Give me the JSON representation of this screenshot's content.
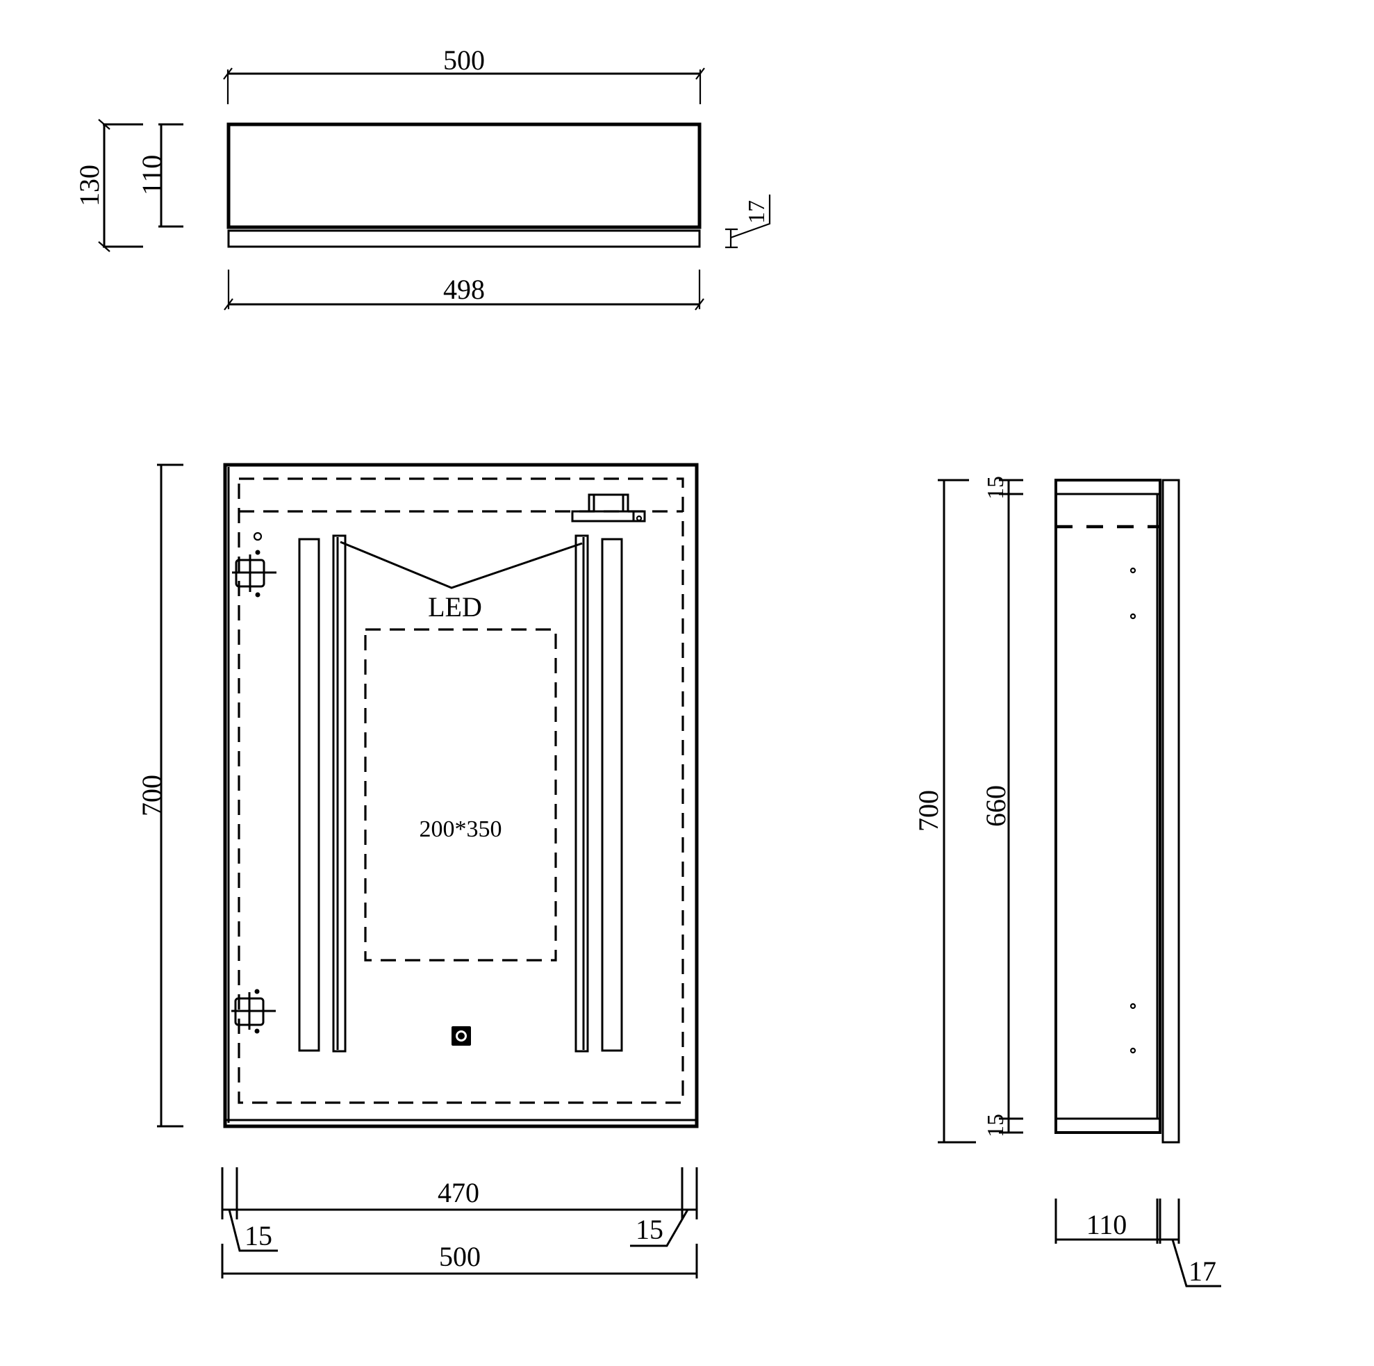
{
  "drawing": {
    "units": "mm",
    "background_color": "#ffffff",
    "line_color": "#000000"
  },
  "top_view": {
    "width_overall": "500",
    "width_door": "498",
    "height_overall": "130",
    "height_body": "110",
    "door_thickness": "17"
  },
  "front_view": {
    "height": "700",
    "inner_width": "470",
    "left_margin": "15",
    "right_margin": "15",
    "width": "500",
    "led_label": "LED",
    "mirror_window_label": "200*350"
  },
  "side_view": {
    "height_overall": "700",
    "height_inner": "660",
    "top_panel": "15",
    "bottom_panel": "15",
    "depth_body": "110",
    "door_thickness": "17"
  }
}
